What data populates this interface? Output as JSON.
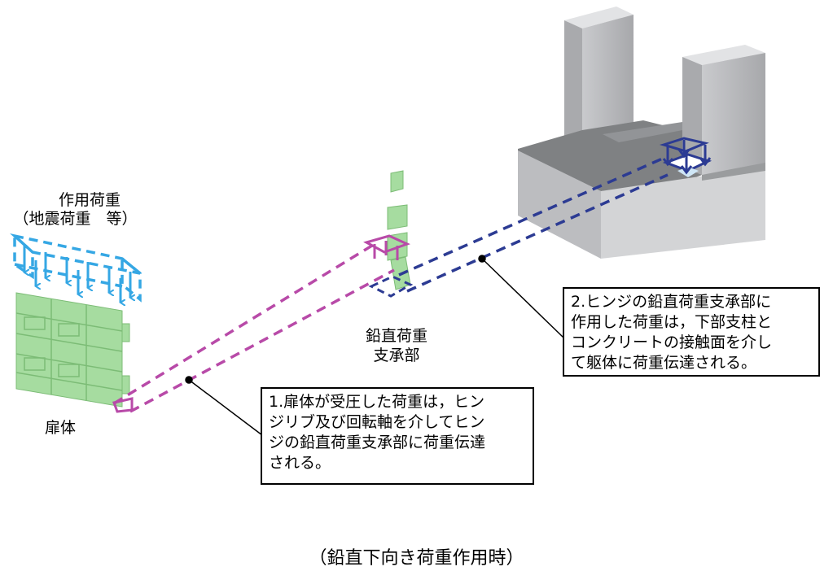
{
  "labels": {
    "load_title": "作用荷重",
    "load_subtitle": "（地震荷重　等）",
    "door": "扉体",
    "bearing_line1": "鉛直荷重",
    "bearing_line2": "支承部"
  },
  "notes": {
    "note1": "1.扉体が受圧した荷重は，ヒン\nジリブ及び回転軸を介してヒン\nジの鉛直荷重支承部に荷重伝達\nされる。",
    "note2": "2.ヒンジの鉛直荷重支承部に\n作用した荷重は，下部支柱と\nコンクリートの接触面を介し\nて躯体に荷重伝達される。"
  },
  "caption": "（鉛直下向き荷重作用時）",
  "colors": {
    "door_green": "#a6dca0",
    "door_edge": "#6fae69",
    "load_arrow": "#35a7e4",
    "path_magenta": "#b84aa8",
    "path_navy": "#2c3b93",
    "concrete_light": "#d6d7d9",
    "concrete_mid": "#bdbec1",
    "concrete_dark": "#858789"
  }
}
